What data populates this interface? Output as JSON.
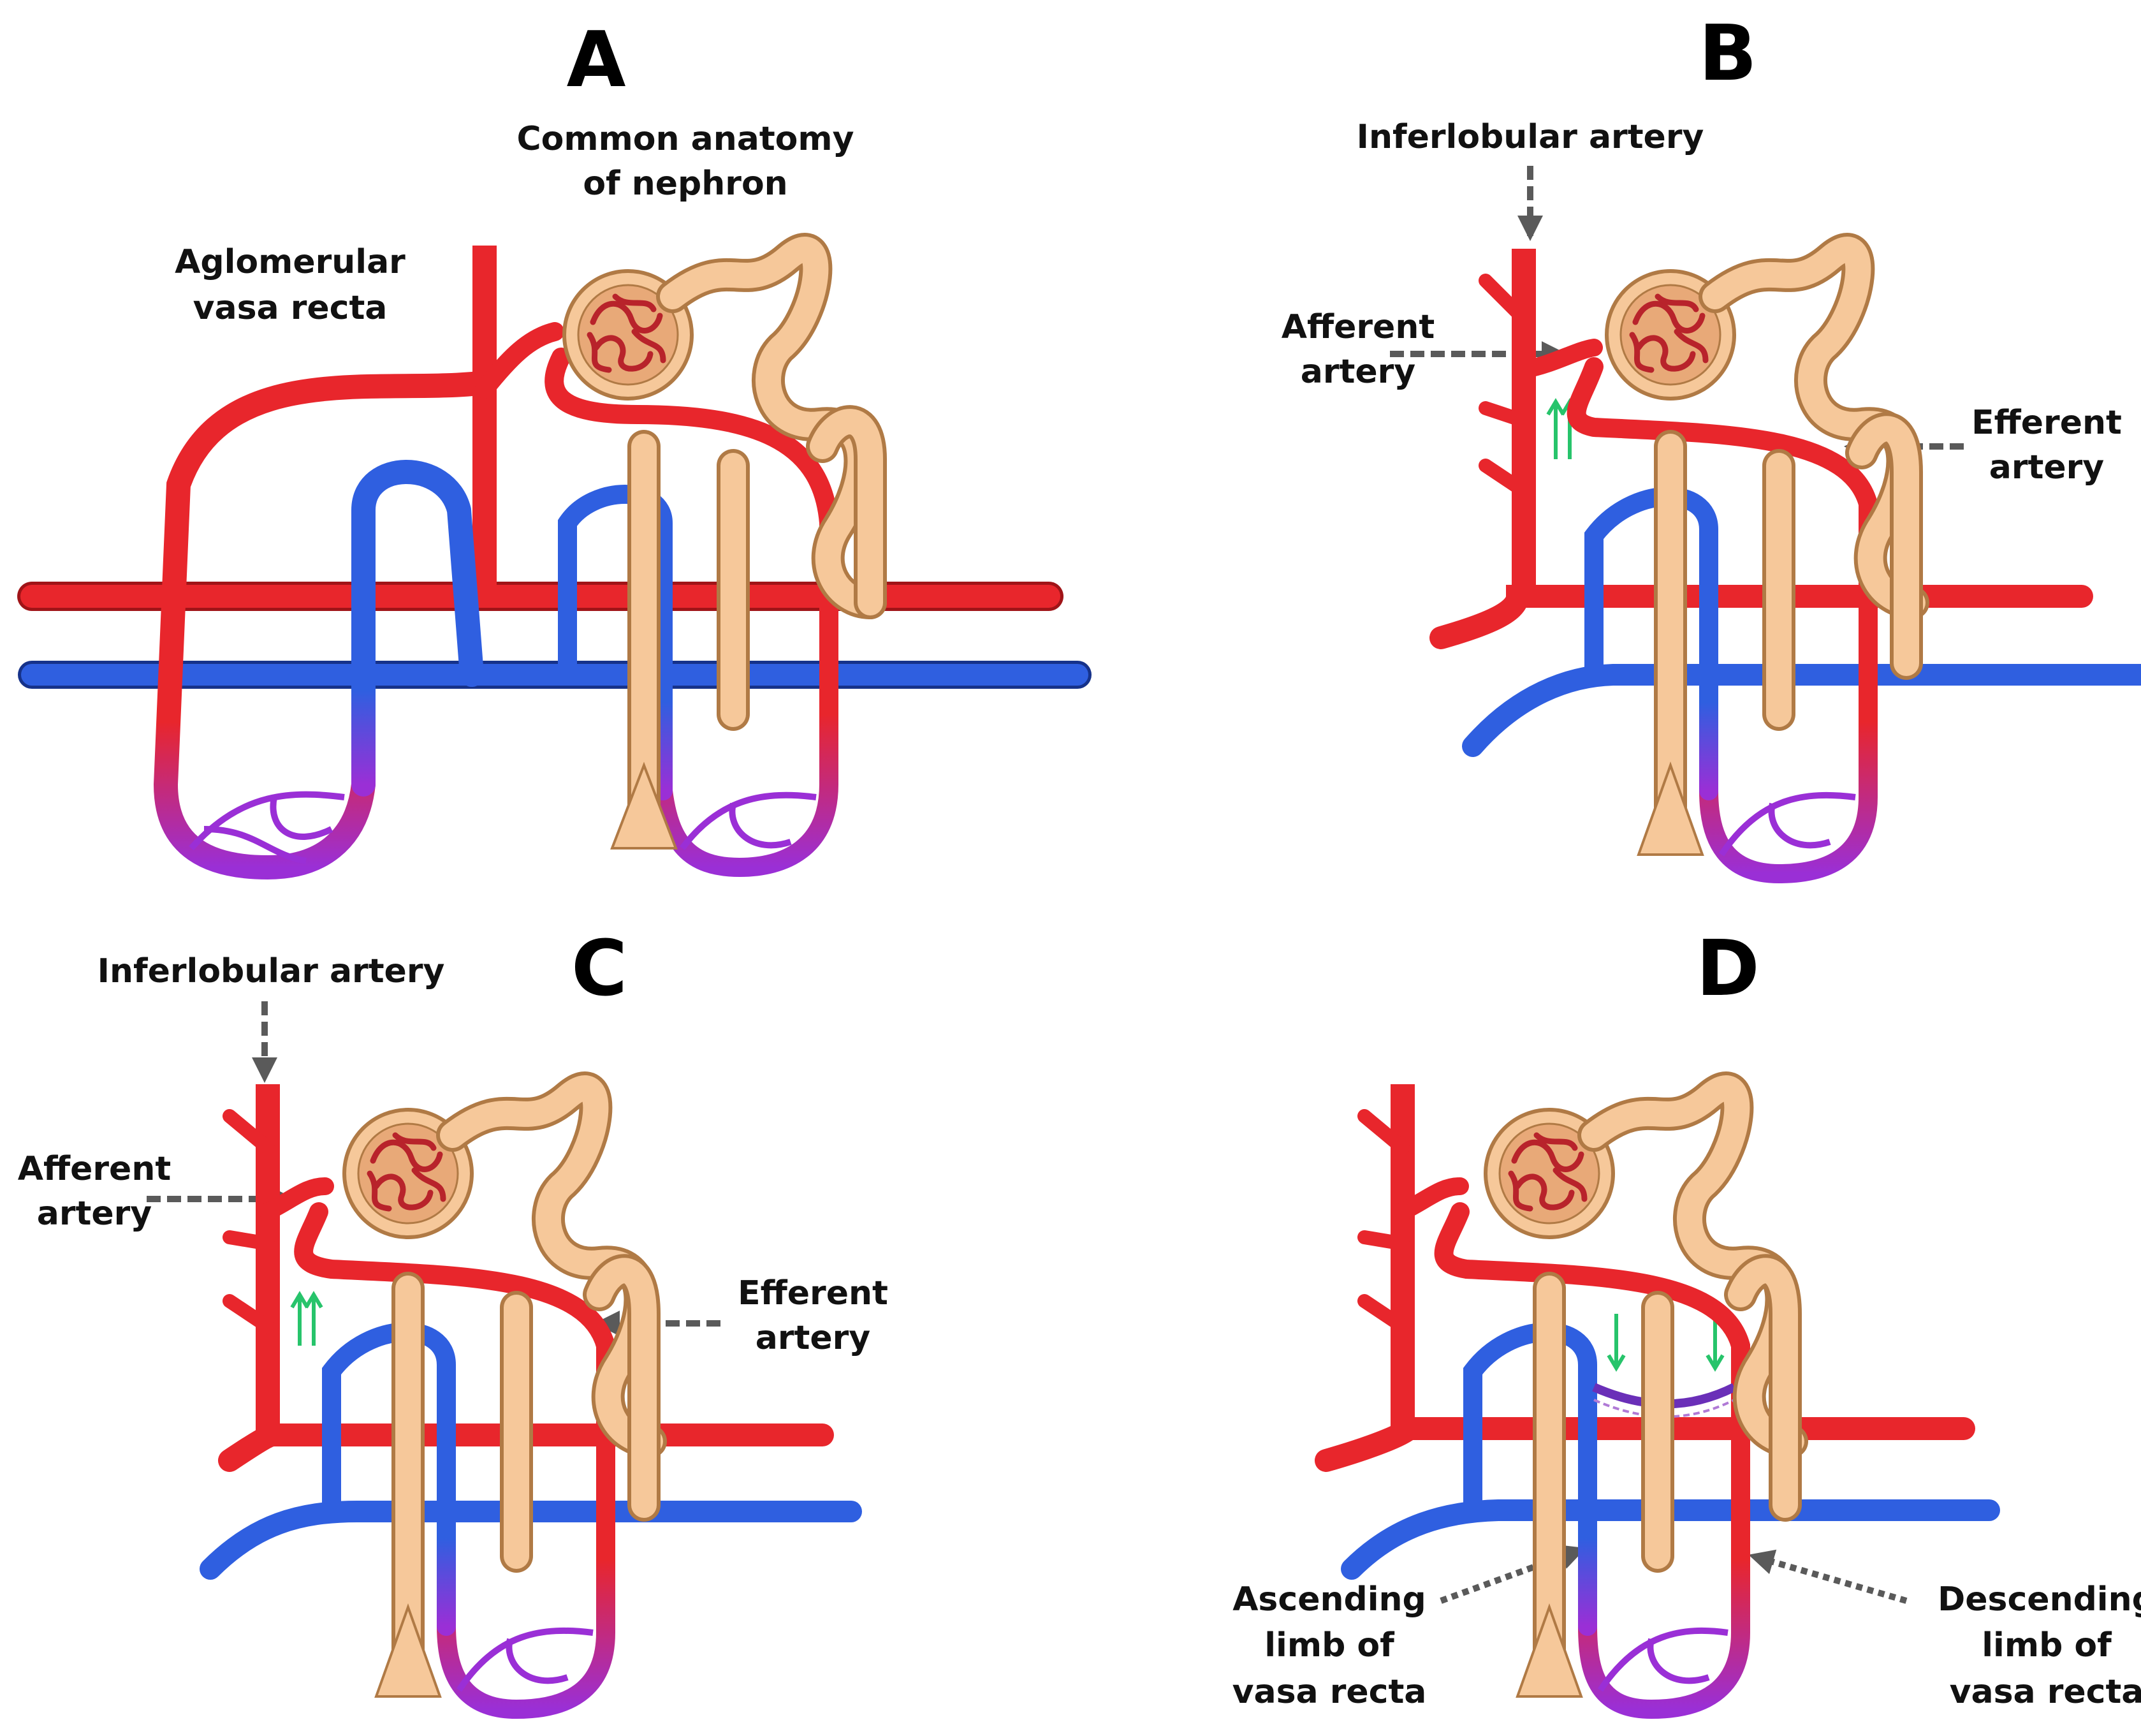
{
  "colors": {
    "artery": "#e8262c",
    "artery_dark": "#a01418",
    "vein": "#2f5fe0",
    "vein_dark": "#16328a",
    "capillary": "#9a2fd6",
    "tubule": "#f6c89a",
    "tubule_dark": "#b07a45",
    "glomerulus": "#c8503a",
    "pointer": "#5a5a5a",
    "flow_arrow": "#27c46b"
  },
  "panels": {
    "A": {
      "letter": "A",
      "labels": {
        "common_1": "Common anatomy",
        "common_2": "of nephron",
        "aglom_1": "Aglomerular",
        "aglom_2": "vasa recta"
      }
    },
    "B": {
      "letter": "B",
      "labels": {
        "interlobular": "Inferlobular artery",
        "afferent_1": "Afferent",
        "afferent_2": "artery",
        "efferent_1": "Efferent",
        "efferent_2": "artery"
      }
    },
    "C": {
      "letter": "C",
      "labels": {
        "interlobular": "Inferlobular artery",
        "afferent_1": "Afferent",
        "afferent_2": "artery",
        "efferent_1": "Efferent",
        "efferent_2": "artery"
      }
    },
    "D": {
      "letter": "D",
      "labels": {
        "ascending_1": "Ascending",
        "ascending_2": "limb of",
        "ascending_3": "vasa recta",
        "descending_1": "Descending",
        "descending_2": "limb of",
        "descending_3": "vasa recta"
      }
    }
  }
}
